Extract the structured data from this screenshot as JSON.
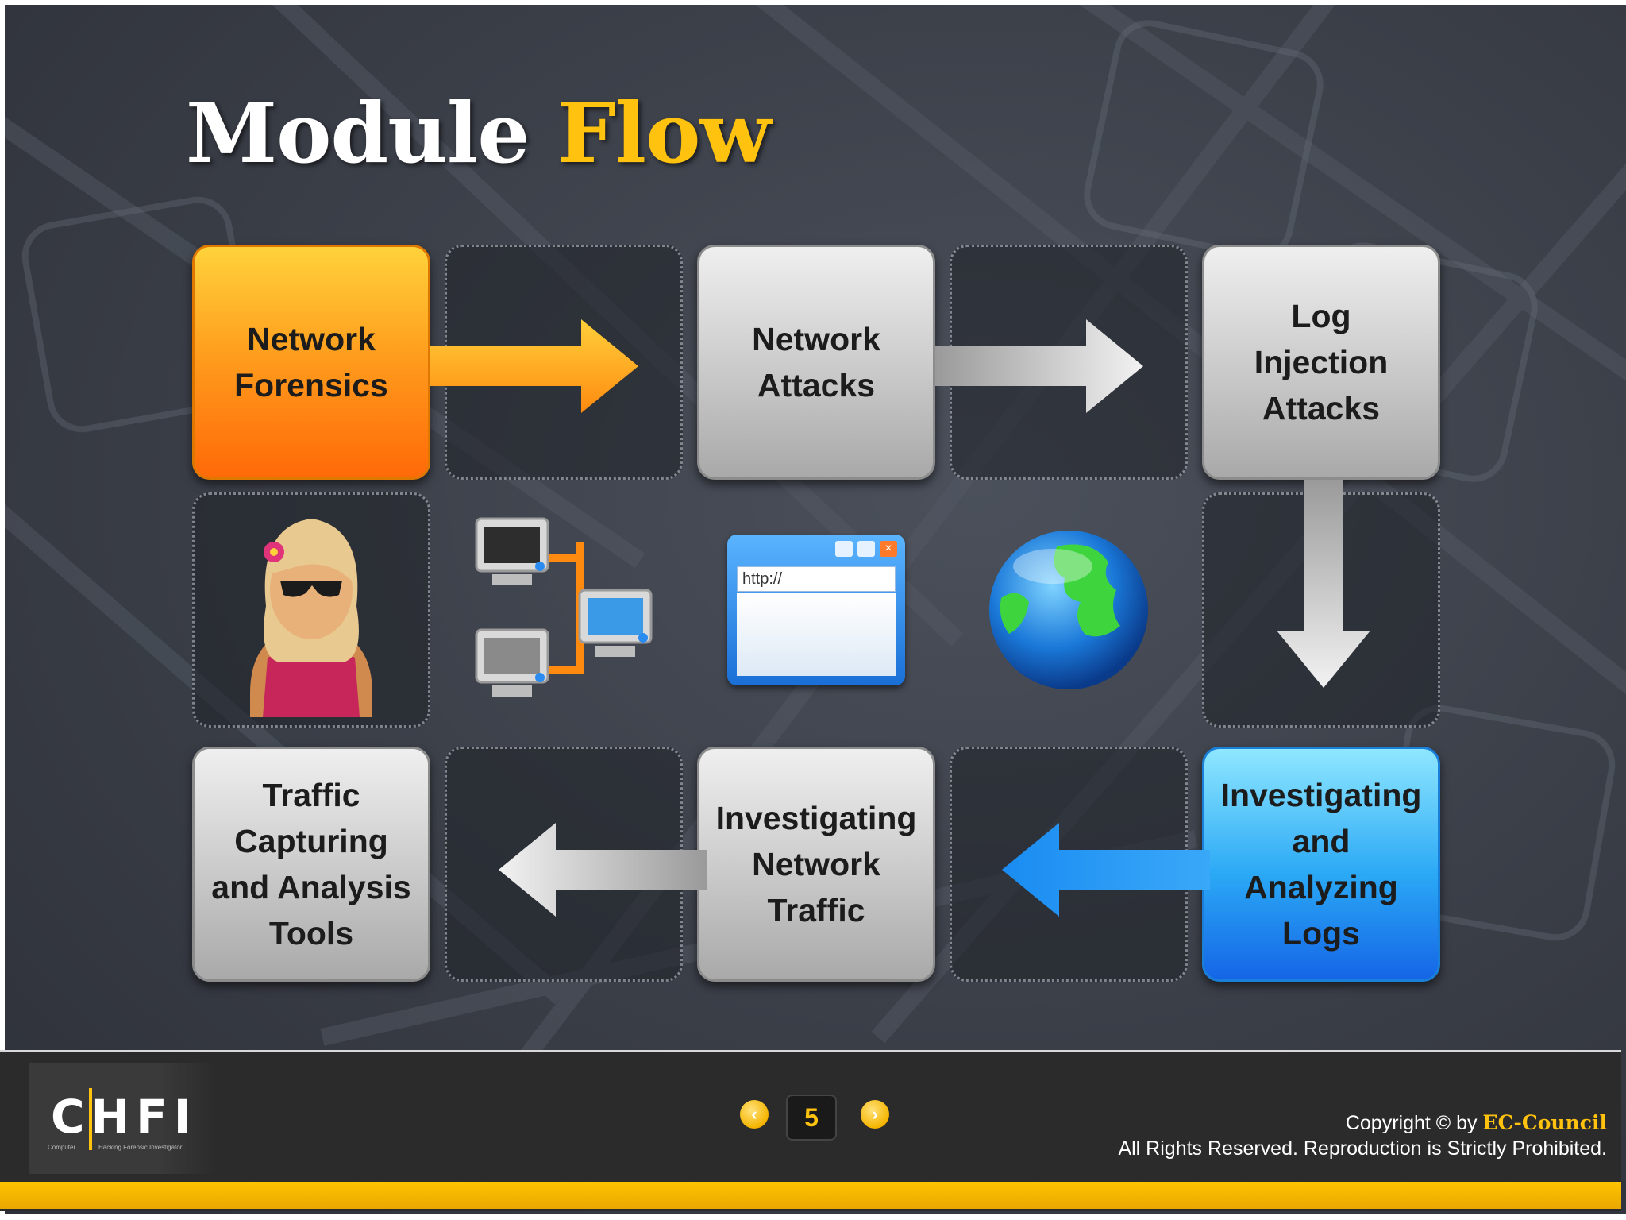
{
  "title": {
    "main": "Module",
    "accent": "Flow"
  },
  "modules": {
    "network_forensics": "Network\nForensics",
    "network_attacks": "Network\nAttacks",
    "log_injection": "Log\nInjection\nAttacks",
    "investigating_logs": "Investigating\nand\nAnalyzing\nLogs",
    "investigating_traffic": "Investigating\nNetwork\nTraffic",
    "traffic_tools": "Traffic\nCapturing\nand Analysis\nTools"
  },
  "browser_icon": {
    "url_text": "http://"
  },
  "footer": {
    "logo": "CHFI",
    "logo_sub_left": "Computer",
    "logo_sub_right": "Hacking Forensic Investigator",
    "page_number": "5",
    "copyright_line1": "Copyright © by",
    "copyright_brand": "EC-Council",
    "copyright_line2": "All Rights Reserved. Reproduction is Strictly Prohibited."
  },
  "colors": {
    "accent": "#ffc20e",
    "orange": "#ff8a10",
    "blue": "#1e8df0",
    "gray": "#c8c8c8"
  },
  "icons": [
    "person-icon",
    "network-computers-icon",
    "browser-window-icon",
    "globe-icon",
    "prev-arrow-icon",
    "next-arrow-icon"
  ]
}
